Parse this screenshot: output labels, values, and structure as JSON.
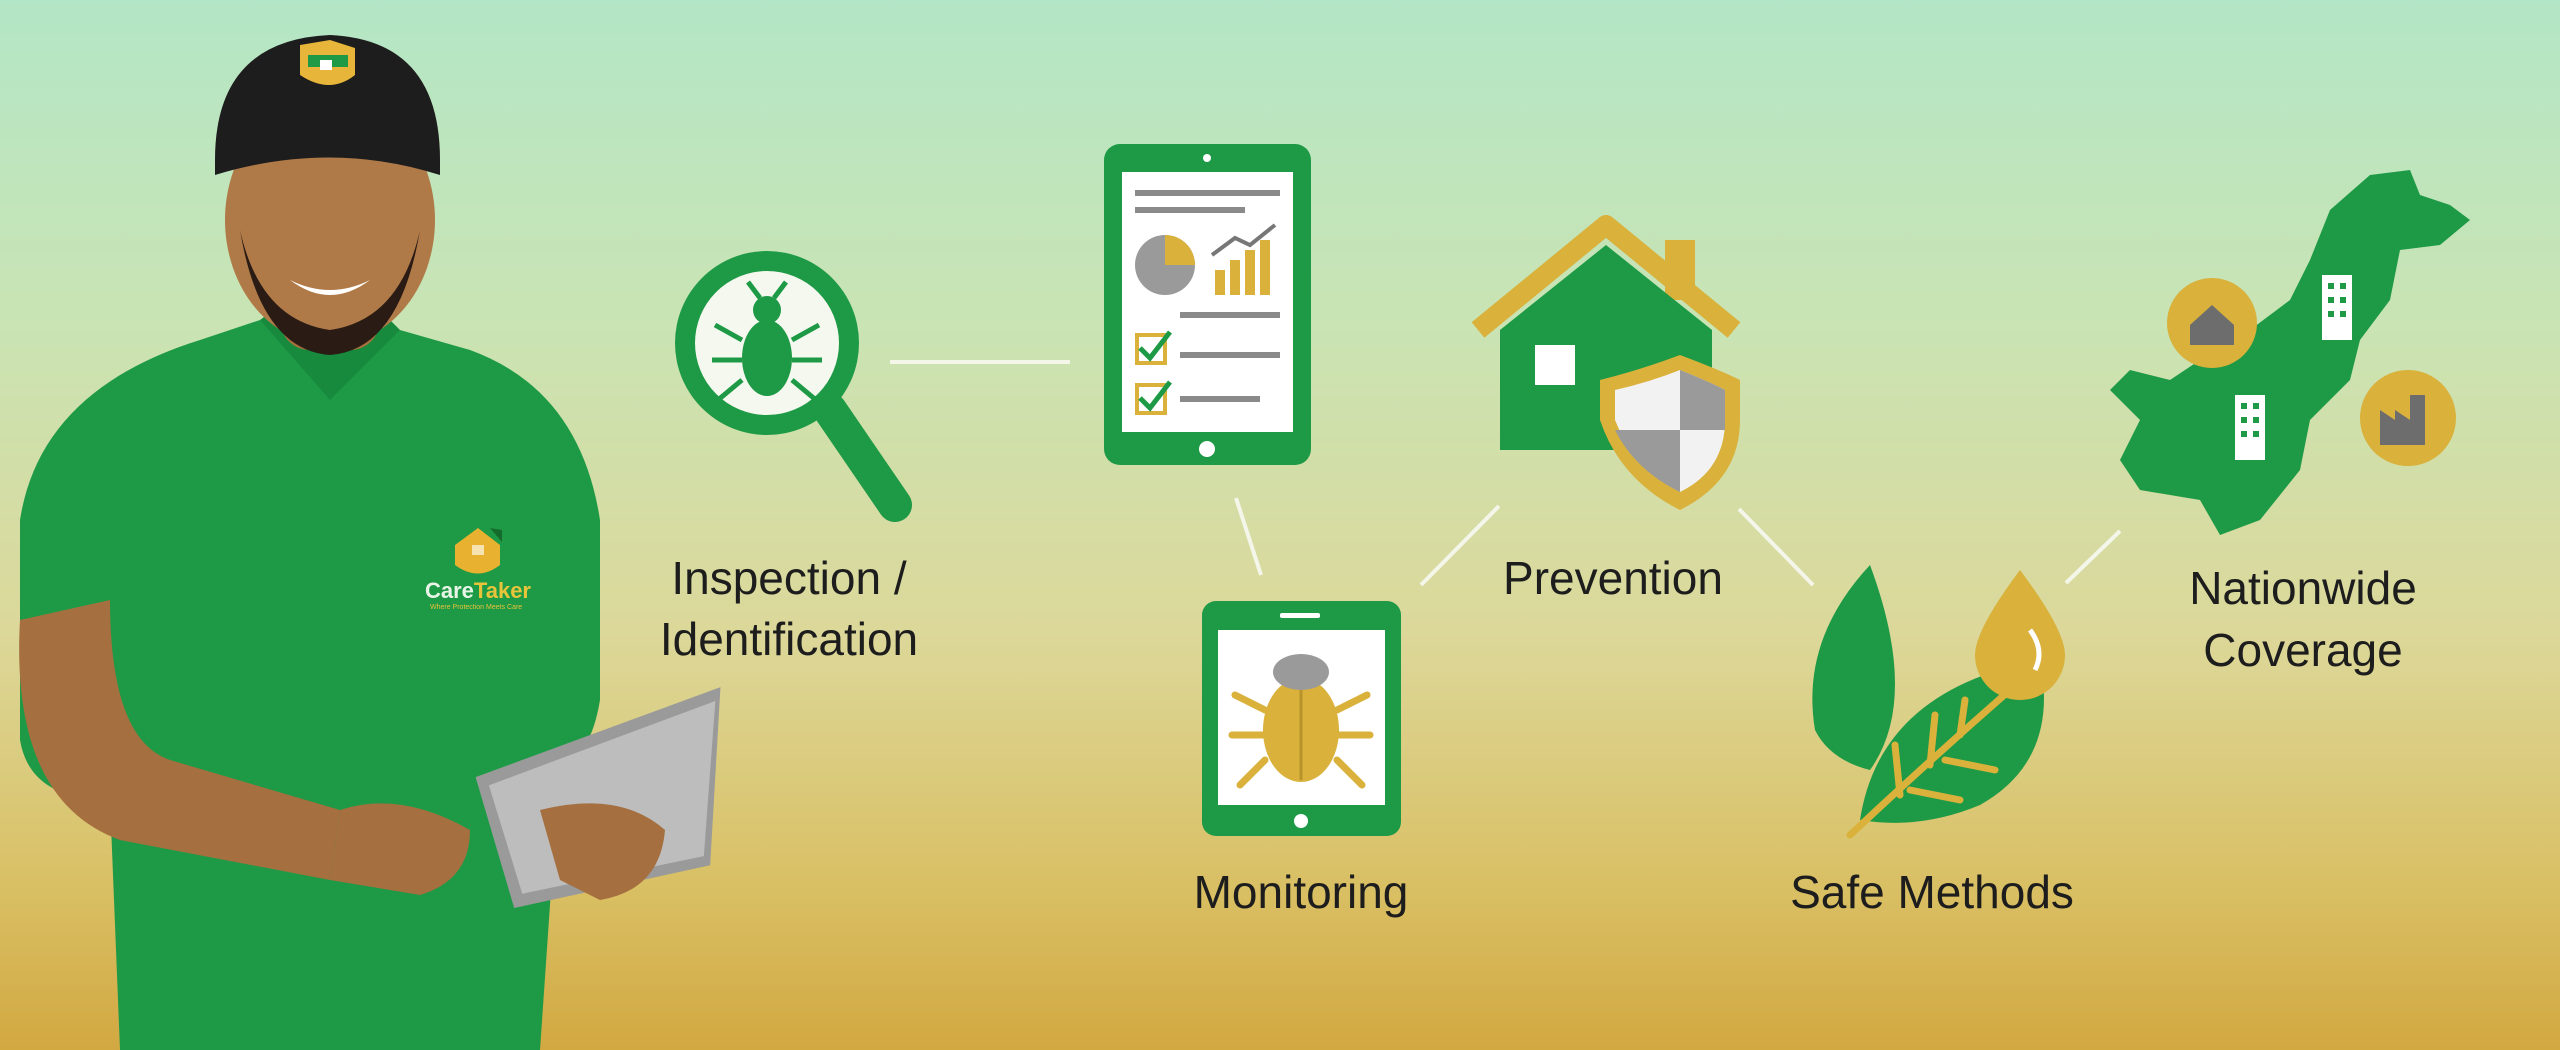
{
  "brand": {
    "name_part1": "Care",
    "name_part2": "Taker",
    "tagline": "Where Protection Meets Care"
  },
  "steps": [
    {
      "label_line1": "Inspection /",
      "label_line2": "Identification",
      "icon": "magnifier-bug-icon"
    },
    {
      "label": "Monitoring",
      "icon": "tablet-bug-icon"
    },
    {
      "label": "Prevention",
      "icon": "house-shield-icon"
    },
    {
      "label": "Safe Methods",
      "icon": "leaf-drop-icon"
    },
    {
      "label_line1": "Nationwide",
      "label_line2": "Coverage",
      "icon": "pakistan-map-icon"
    }
  ],
  "colors": {
    "green": "#1e9a46",
    "gold": "#d9b13b",
    "dark_green": "#177a38"
  }
}
